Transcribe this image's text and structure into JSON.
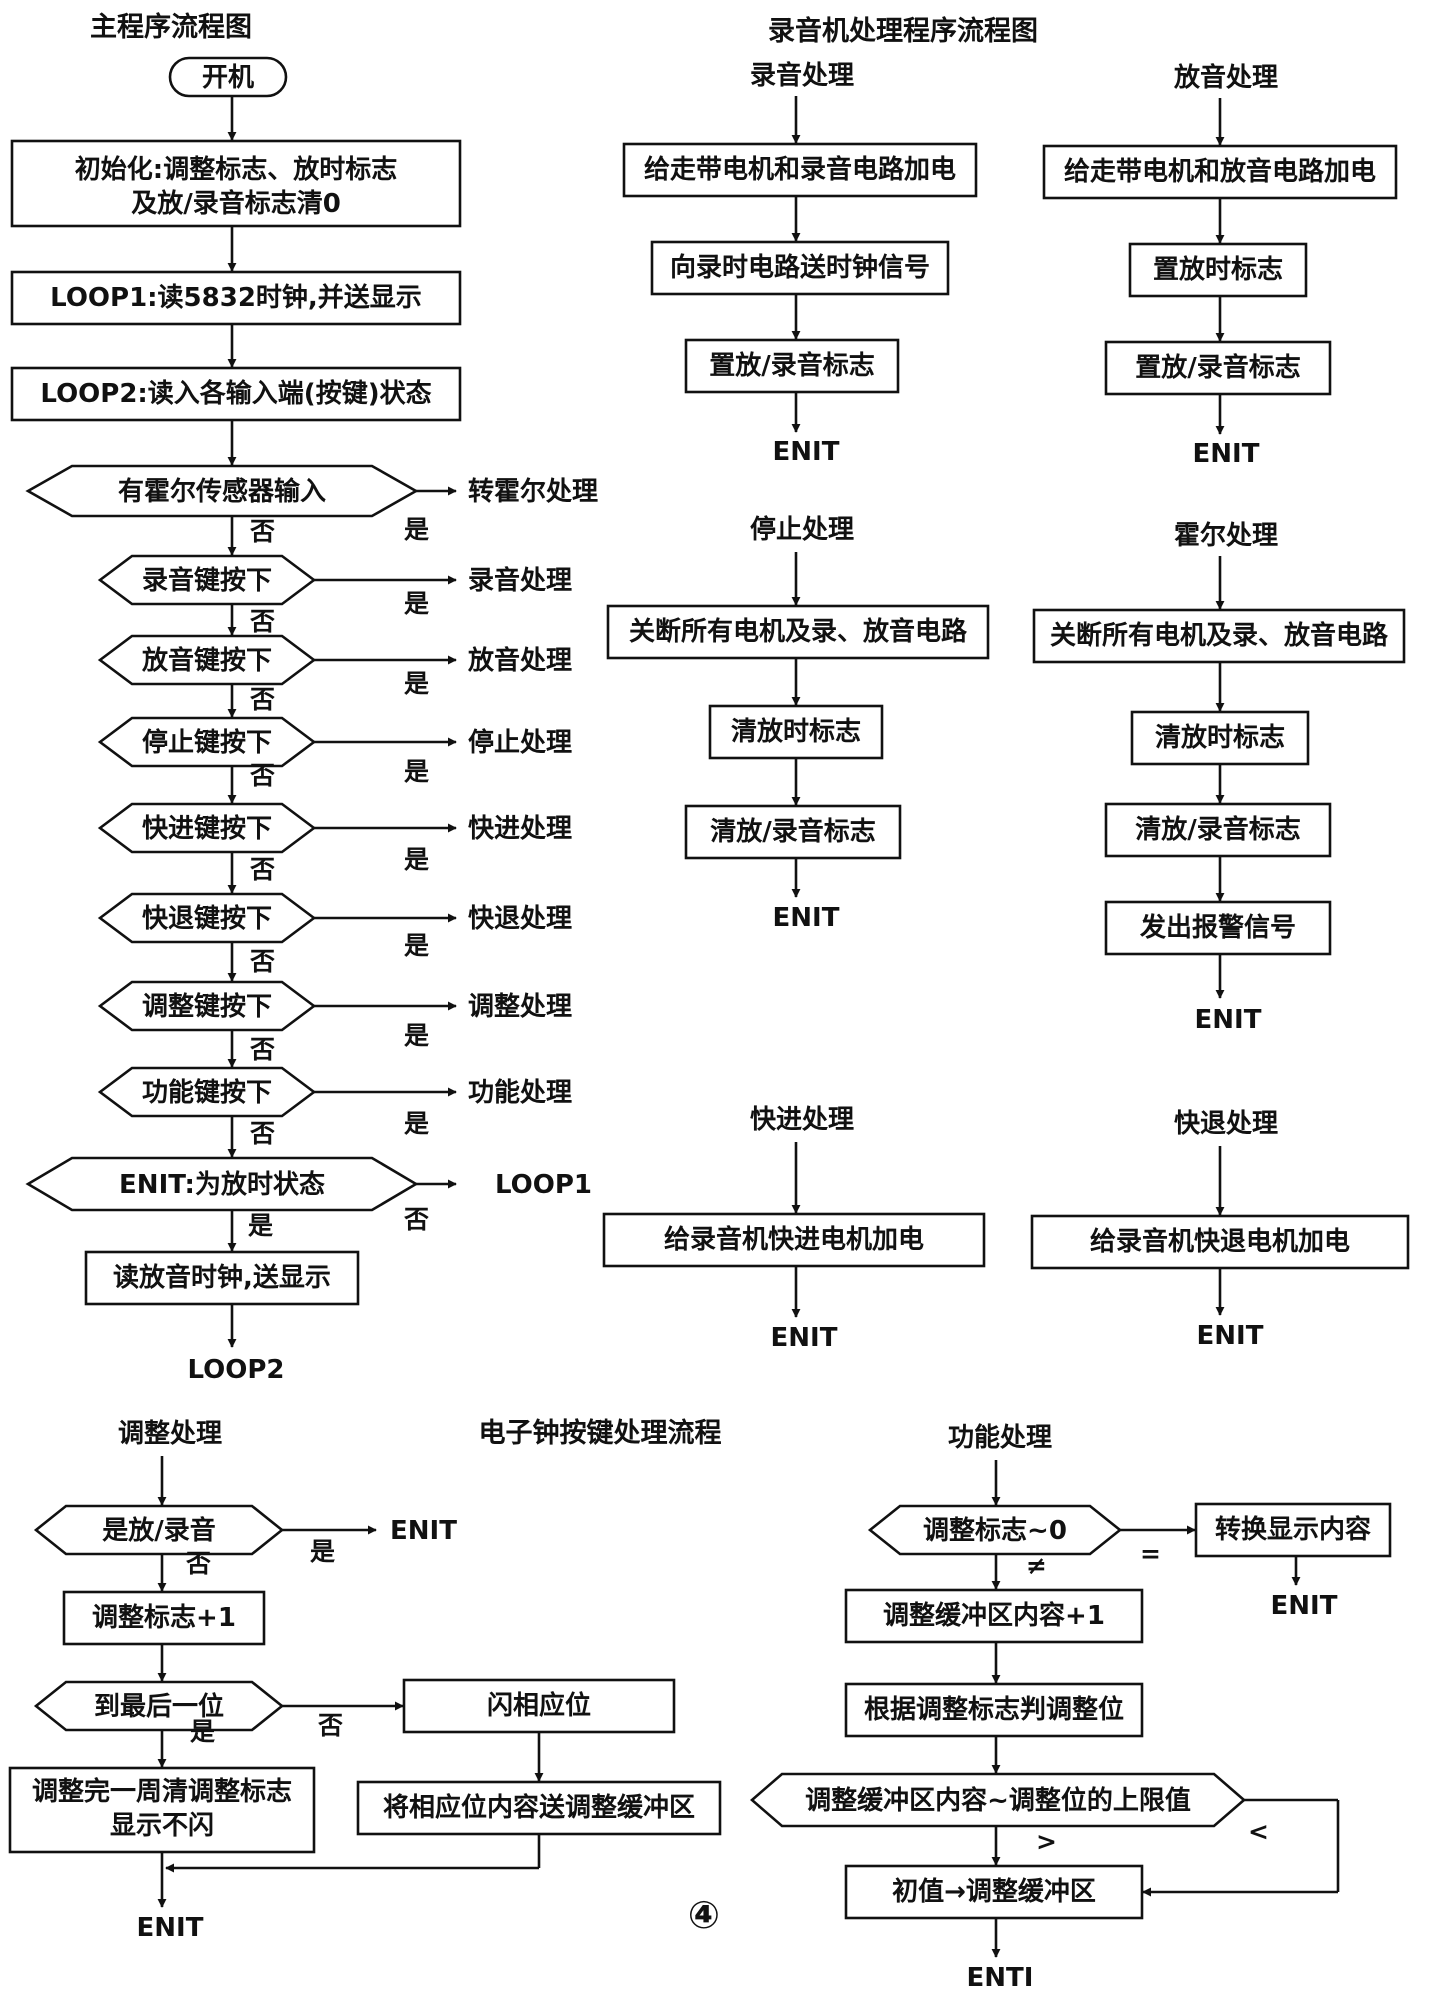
{
  "titles": {
    "main": "主程序流程图",
    "recorder": "录音机处理程序流程图",
    "clock": "电子钟按键处理流程",
    "figure_mark": "④"
  },
  "labels": {
    "yes": "是",
    "no": "否"
  },
  "main_flow": {
    "start": "开机",
    "init_line1": "初始化:调整标志、放时标志",
    "init_line2": "及放/录音标志清0",
    "loop1": "LOOP1:读5832时钟,并送显示",
    "loop2": "LOOP2:读入各输入端(按键)状态",
    "read_play_clock": "读放音时钟,送显示",
    "loop2_exit": "LOOP2",
    "decisions": [
      {
        "q": "有霍尔传感器输入",
        "a": "转霍尔处理"
      },
      {
        "q": "录音键按下",
        "a": "录音处理"
      },
      {
        "q": "放音键按下",
        "a": "放音处理"
      },
      {
        "q": "停止键按下",
        "a": "停止处理"
      },
      {
        "q": "快进键按下",
        "a": "快进处理"
      },
      {
        "q": "快退键按下",
        "a": "快退处理"
      },
      {
        "q": "调整键按下",
        "a": "调整处理"
      },
      {
        "q": "功能键按下",
        "a": "功能处理"
      },
      {
        "q": "ENIT:为放时状态",
        "a": "LOOP1"
      }
    ]
  },
  "record": {
    "title": "录音处理",
    "steps": [
      "给走带电机和录音电路加电",
      "向录时电路送时钟信号",
      "置放/录音标志"
    ],
    "end": "ENIT"
  },
  "play": {
    "title": "放音处理",
    "steps": [
      "给走带电机和放音电路加电",
      "置放时标志",
      "置放/录音标志"
    ],
    "end": "ENIT"
  },
  "stop": {
    "title": "停止处理",
    "steps": [
      "关断所有电机及录、放音电路",
      "清放时标志",
      "清放/录音标志"
    ],
    "end": "ENIT"
  },
  "hall": {
    "title": "霍尔处理",
    "steps": [
      "关断所有电机及录、放音电路",
      "清放时标志",
      "清放/录音标志",
      "发出报警信号"
    ],
    "end": "ENIT"
  },
  "ff": {
    "title": "快进处理",
    "steps": [
      "给录音机快进电机加电"
    ],
    "end": "ENIT"
  },
  "rew": {
    "title": "快退处理",
    "steps": [
      "给录音机快退电机加电"
    ],
    "end": "ENIT"
  },
  "adjust": {
    "title": "调整处理",
    "q1": "是放/录音",
    "q1_yes_end": "ENIT",
    "inc": "调整标志+1",
    "q2": "到最后一位",
    "flash": "闪相应位",
    "send": "将相应位内容送调整缓冲区",
    "done_line1": "调整完一周清调整标志",
    "done_line2": "显示不闪",
    "end": "ENIT"
  },
  "func": {
    "title": "功能处理",
    "q1": "调整标志~0",
    "eq": "=",
    "ne": "≠",
    "switch_display": "转换显示内容",
    "switch_end": "ENIT",
    "inc_buffer": "调整缓冲区内容+1",
    "judge": "根据调整标志判调整位",
    "q2": "调整缓冲区内容~调整位的上限值",
    "gt": ">",
    "lt": "<",
    "init_buffer": "初值→调整缓冲区",
    "end": "ENTI"
  }
}
